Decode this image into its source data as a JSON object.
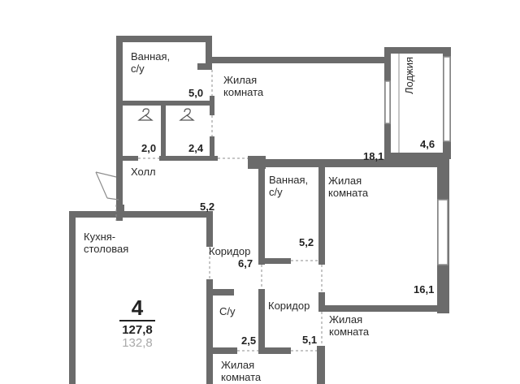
{
  "rooms": [
    {
      "id": "bath1",
      "name": "Ванная,\nс/у",
      "area": "5,0"
    },
    {
      "id": "living1",
      "name": "Жилая\nкомната",
      "area": ""
    },
    {
      "id": "loggia",
      "name": "Лоджия",
      "area": "4,6"
    },
    {
      "id": "closet1",
      "name": "",
      "area": "2,0"
    },
    {
      "id": "closet2",
      "name": "",
      "area": "2,4"
    },
    {
      "id": "living1_area",
      "name": "",
      "area": "18,1"
    },
    {
      "id": "hall",
      "name": "Холл",
      "area": "5,2"
    },
    {
      "id": "bath2",
      "name": "Ванная,\nс/у",
      "area": "5,2"
    },
    {
      "id": "living2",
      "name": "Жилая\nкомната",
      "area": "16,1"
    },
    {
      "id": "kitchen",
      "name": "Кухня-\nстоловая",
      "area": ""
    },
    {
      "id": "corridor1",
      "name": "Коридор",
      "area": "6,7"
    },
    {
      "id": "wc",
      "name": "С/у",
      "area": "2,5"
    },
    {
      "id": "corridor2",
      "name": "Коридор",
      "area": "5,1"
    },
    {
      "id": "living3",
      "name": "Жилая\nкомната",
      "area": ""
    },
    {
      "id": "living4",
      "name": "Жилая\nкомната",
      "area": ""
    }
  ],
  "summary": {
    "rooms": "4",
    "total_area": "127,8",
    "area_with_loggia": "132,8"
  },
  "colors": {
    "wall": "#6b6b6b",
    "window": "#8c8c8c",
    "accent": "#222222",
    "muted": "#aaaaaa"
  }
}
